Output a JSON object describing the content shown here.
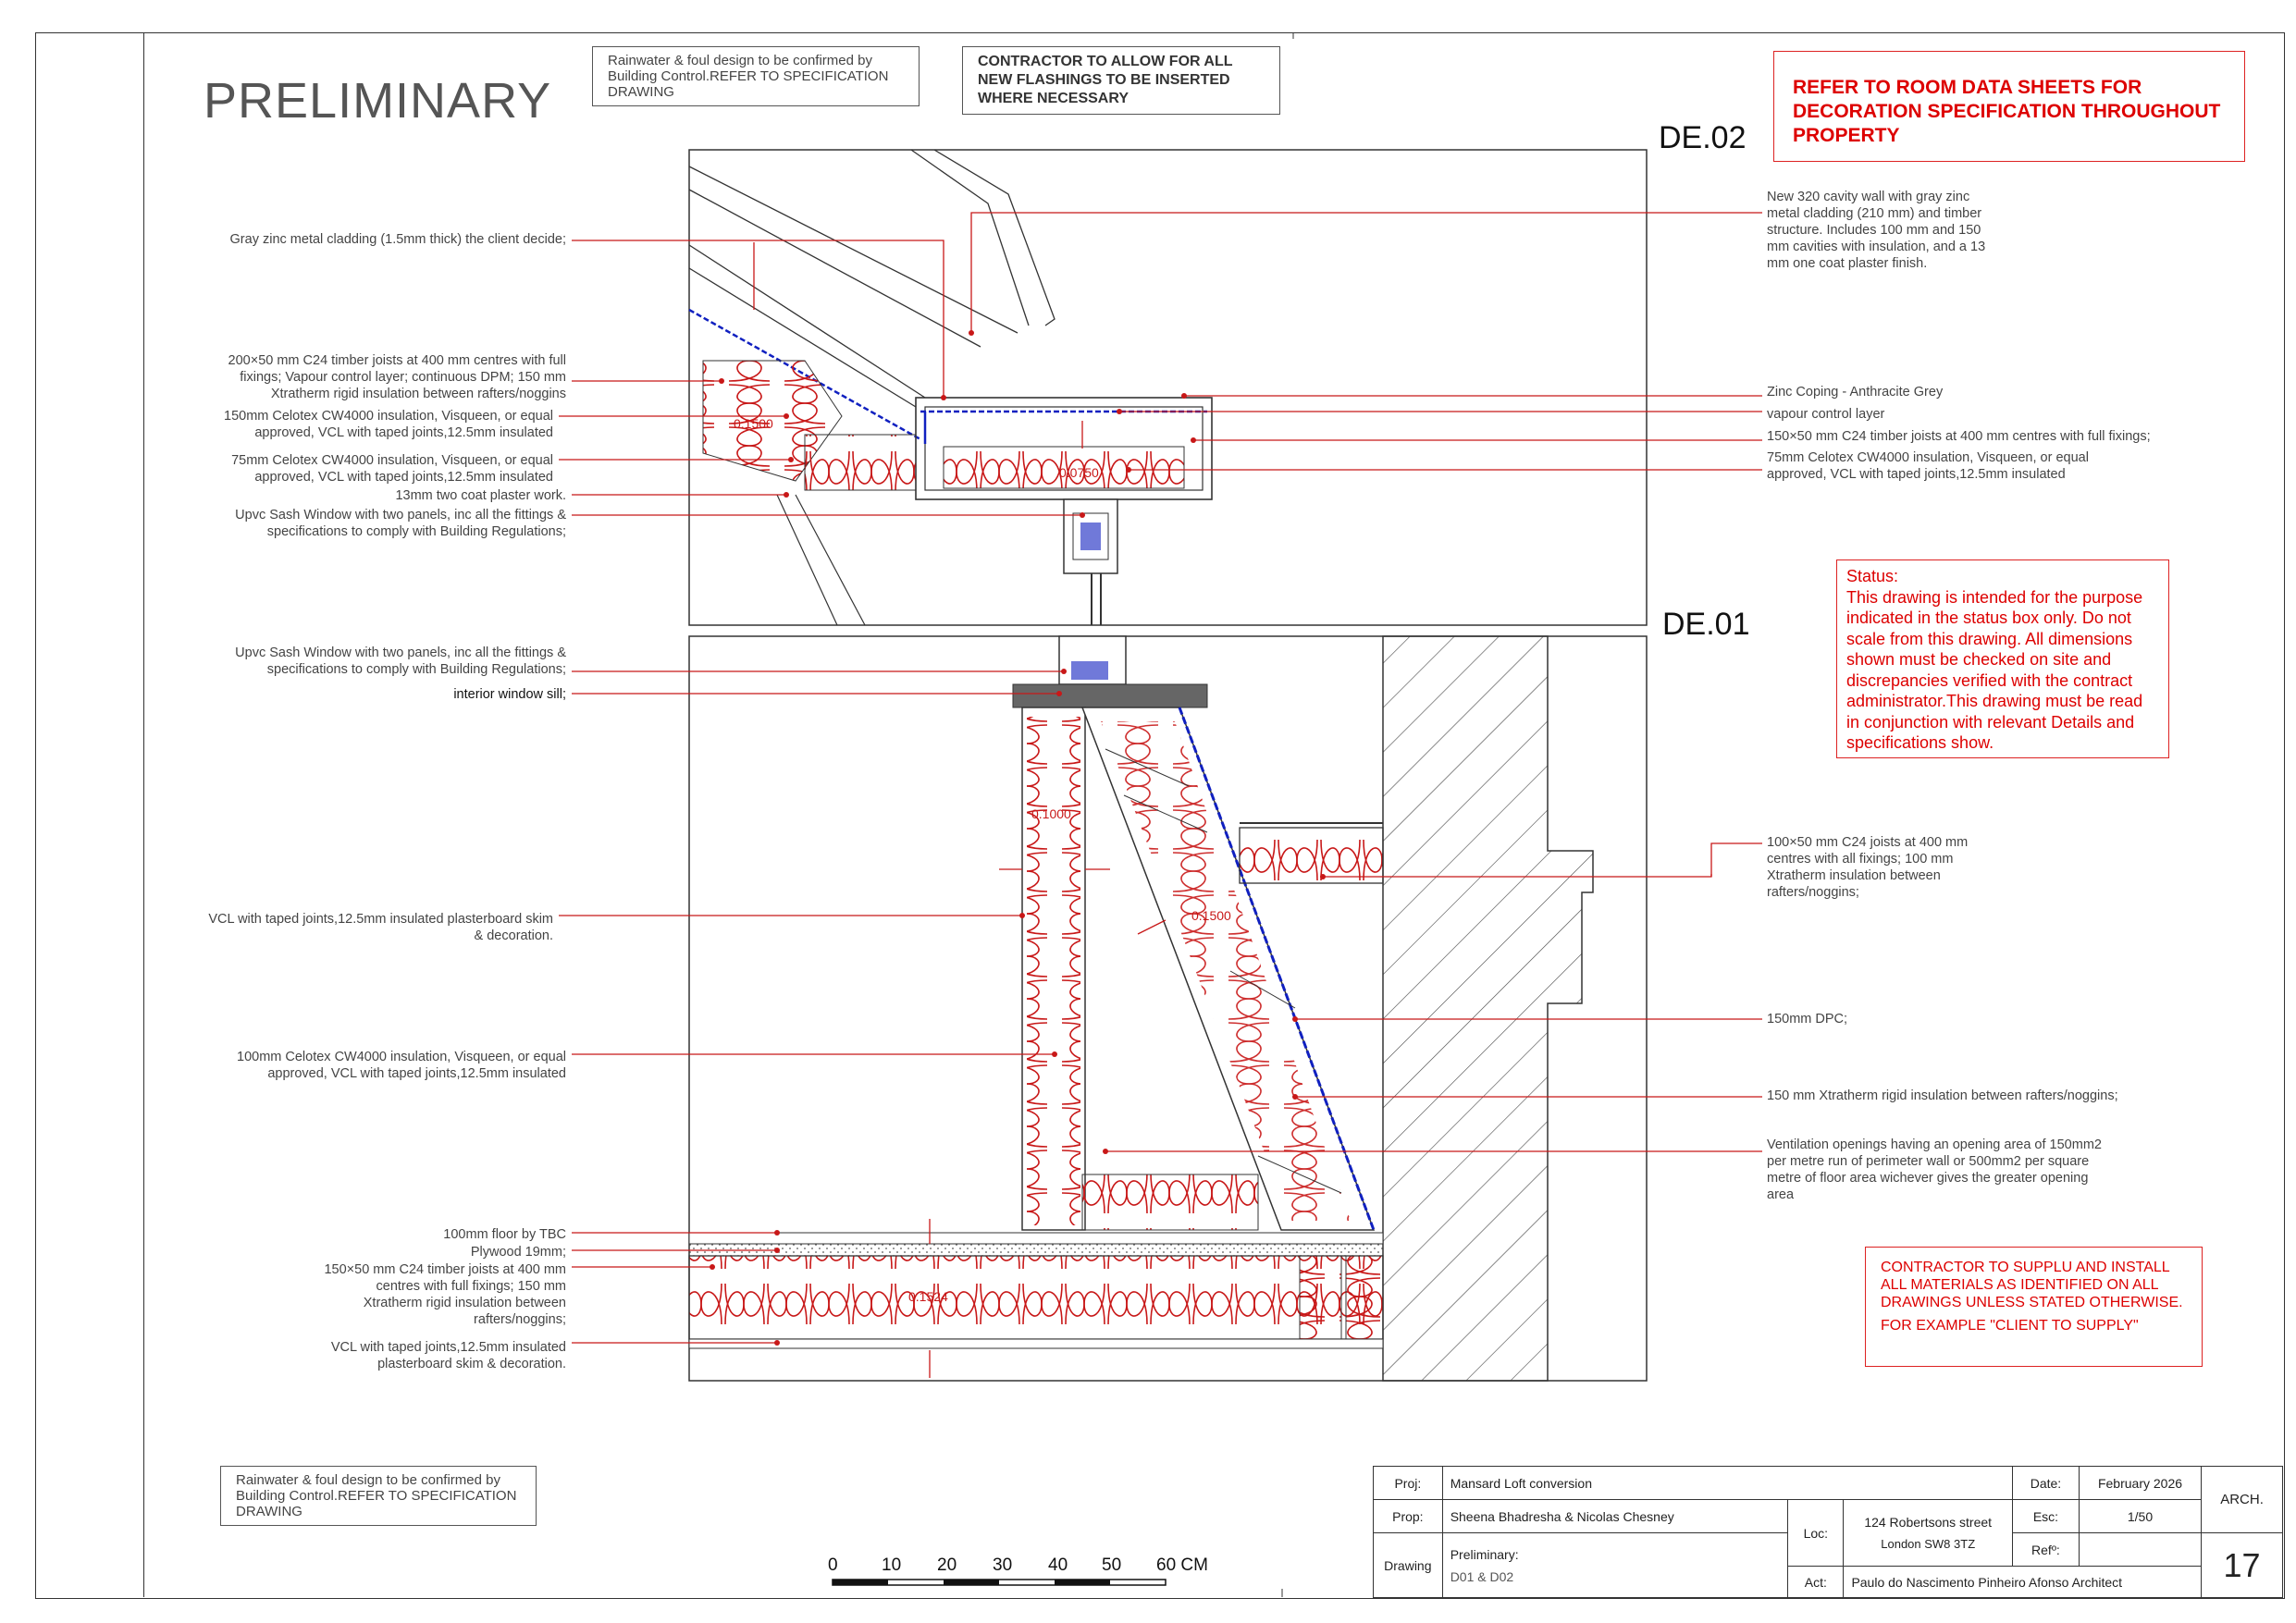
{
  "title": "PRELIMINARY",
  "notes": {
    "rainwater_top": "Rainwater & foul design to be confirmed by Building Control.REFER TO SPECIFICATION DRAWING",
    "flashings": "CONTRACTOR TO ALLOW FOR ALL NEW FLASHINGS TO BE INSERTED WHERE NECESSARY",
    "room_data": "REFER TO ROOM DATA SHEETS FOR DECORATION SPECIFICATION THROUGHOUT PROPERTY",
    "status_title": "Status:",
    "status_body": "This drawing is intended for the purpose indicated in the status box only. Do not scale from this drawing. All dimensions shown must be checked on site and discrepancies verified with the contract administrator.This drawing must be read in conjunction with relevant Details and specifications show.",
    "supply_1": "CONTRACTOR TO SUPPLU AND INSTALL ALL MATERIALS AS IDENTIFIED ON ALL DRAWINGS UNLESS STATED OTHERWISE.",
    "supply_2": "FOR EXAMPLE \"CLIENT TO SUPPLY\"",
    "rainwater_bottom": "Rainwater & foul design to be confirmed by Building Control.REFER TO SPECIFICATION DRAWING"
  },
  "sections": {
    "top": "DE.02",
    "bottom": "DE.01"
  },
  "labels_left": [
    "Gray zinc metal cladding (1.5mm thick) the client decide;",
    "200×50 mm C24 timber joists at 400 mm centres with full fixings; Vapour control layer; continuous DPM; 150 mm Xtratherm rigid insulation between rafters/noggins",
    "150mm Celotex CW4000 insulation, Visqueen, or equal approved, VCL with taped joints,12.5mm insulated",
    "75mm Celotex CW4000 insulation, Visqueen, or equal approved, VCL with taped joints,12.5mm insulated",
    "13mm two coat plaster work.",
    "Upvc Sash Window with two panels, inc all the fittings & specifications to comply with Building Regulations;",
    "Upvc Sash Window with two panels, inc all the fittings & specifications to comply with Building Regulations;",
    "interior window sill;",
    "VCL with taped joints,12.5mm insulated plasterboard skim & decoration.",
    "100mm Celotex CW4000 insulation, Visqueen, or equal approved, VCL with taped joints,12.5mm insulated",
    "100mm floor by TBC",
    "Plywood 19mm;",
    "150×50 mm C24 timber joists at 400 mm centres with full fixings; 150 mm Xtratherm rigid insulation between rafters/noggins;",
    "VCL with taped joints,12.5mm insulated plasterboard skim & decoration."
  ],
  "labels_right": [
    "New 320 cavity wall with gray zinc metal cladding (210 mm) and timber structure. Includes 100 mm and 150 mm cavities with insulation, and a 13 mm one  coat plaster finish.",
    "Zinc Coping - Anthracite Grey",
    "vapour control layer",
    "150×50 mm C24 timber joists at 400 mm centres with full fixings;",
    "75mm Celotex CW4000 insulation, Visqueen, or equal approved, VCL with taped joints,12.5mm insulated",
    "100×50 mm C24 joists at 400 mm centres with all fixings; 100 mm Xtratherm insulation between rafters/noggins;",
    "150mm DPC;",
    "150 mm Xtratherm rigid insulation between rafters/noggins;",
    "Ventilation openings having an opening area of 150mm2 per metre run of perimeter wall or 500mm2 per square metre of floor area wichever gives the greater opening area"
  ],
  "dims": [
    "0.1500",
    "0.0750",
    "0.1000",
    "0.1500",
    "0.1524"
  ],
  "scale_bar": {
    "ticks": [
      "0",
      "10",
      "20",
      "30",
      "40",
      "50",
      "60 CM"
    ]
  },
  "title_block": {
    "proj_label": "Proj:",
    "proj": "Mansard Loft conversion",
    "prop_label": "Prop:",
    "prop": "Sheena Bhadresha & Nicolas Chesney",
    "drawing_label": "Drawing",
    "drawing_1": "Preliminary:",
    "drawing_2": "D01 & D02",
    "loc_label": "Loc:",
    "loc_1": "124 Robertsons street",
    "loc_2": "London     SW8 3TZ",
    "act_label": "Act:",
    "act": "Paulo do Nascimento Pinheiro Afonso Architect",
    "date_label": "Date:",
    "date": "February 2026",
    "esc_label": "Esc:",
    "esc": "1/50",
    "ref_label": "Refº:",
    "ref": "",
    "arch": "ARCH.",
    "sheet": "17"
  },
  "colors": {
    "red": "#d01010",
    "blue": "#1020c0",
    "line": "#333333"
  }
}
